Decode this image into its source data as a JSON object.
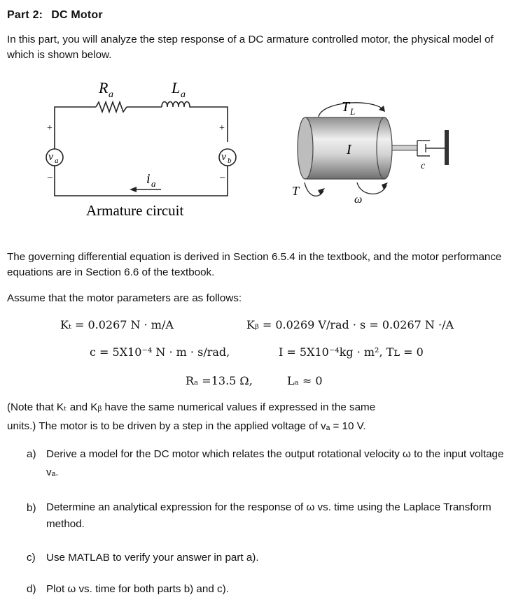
{
  "heading": {
    "part": "Part 2:",
    "title": "DC Motor"
  },
  "intro": "In this part, you will analyze the step response of a DC armature controlled motor, the physical model of which is shown below.",
  "diagram": {
    "circuit": {
      "Ra": "R",
      "Ra_sub": "a",
      "La": "L",
      "La_sub": "a",
      "va": "v",
      "va_sub": "a",
      "vb": "v",
      "vb_sub": "b",
      "ia": "i",
      "ia_sub": "a",
      "plus": "+",
      "minus": "–",
      "caption": "Armature circuit"
    },
    "motor": {
      "TL": "T",
      "TL_sub": "L",
      "inertia": "I",
      "damper": "c",
      "torque": "T",
      "omega": "ω"
    }
  },
  "governing": "The governing differential equation is derived in Section 6.5.4 in the textbook, and the motor performance equations are in Section 6.6 of the textbook.",
  "assume": "Assume that the motor parameters are as follows:",
  "equations": {
    "kt": "Kₜ = 0.0267 N · m/A",
    "kb": "Kᵦ = 0.0269 V/rad · s = 0.0267 N ·/A",
    "c": "c = 5X10⁻⁴ N · m · s/rad,",
    "I": "I = 5X10⁻⁴kg · m²,  Tʟ = 0",
    "ra": "Rₐ =13.5 Ω,",
    "la": "Lₐ ≈ 0"
  },
  "note_line1": "(Note that Kₜ  and  Kᵦ  have the same numerical values if expressed in the same",
  "note_line2": "units.)  The motor is to be driven by a step in the applied voltage of vₐ = 10 V.",
  "items": [
    {
      "label": "a)",
      "text": "Derive a model for the DC motor which relates the output rotational velocity ω to the input voltage vₐ."
    },
    {
      "label": "b)",
      "text": "Determine an analytical expression for the response of ω vs. time using the Laplace Transform method."
    },
    {
      "label": "c)",
      "text": "Use MATLAB to verify your answer in part a)."
    },
    {
      "label": "d)",
      "text": "Plot ω vs. time for both parts b) and c)."
    }
  ]
}
